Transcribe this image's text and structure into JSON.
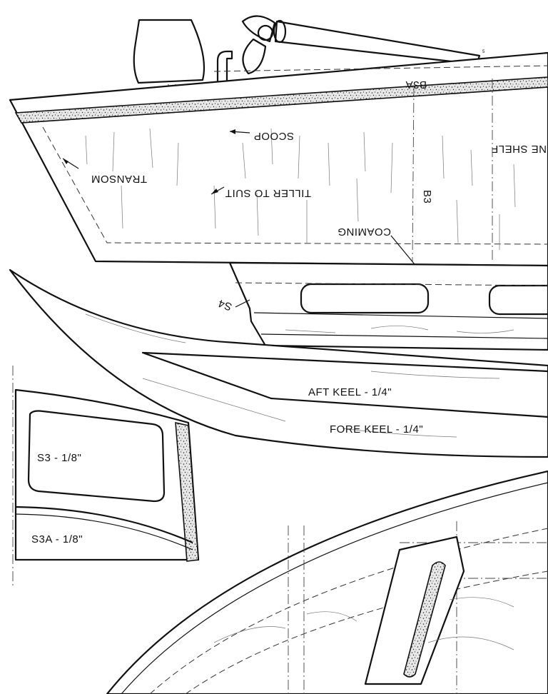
{
  "sheet": {
    "background": "#ffffff",
    "ink": "#111111",
    "speckle_fill": "#d9d9d9"
  },
  "labels": {
    "b3a": "B3A",
    "scoop": "SCOOP",
    "tiller": "TILLER TO SUIT",
    "transom": "TRANSOM",
    "b3": "B3",
    "coaming": "COAMING",
    "shelf": "NE SHELF",
    "s4": "S4",
    "aft_keel": "AFT KEEL - 1/4\"",
    "fore_keel": "FORE KEEL - 1/4\"",
    "s3": "S3 - 1/8\"",
    "s3a": "S3A - 1/8\"",
    "tiny_mark": "5"
  }
}
